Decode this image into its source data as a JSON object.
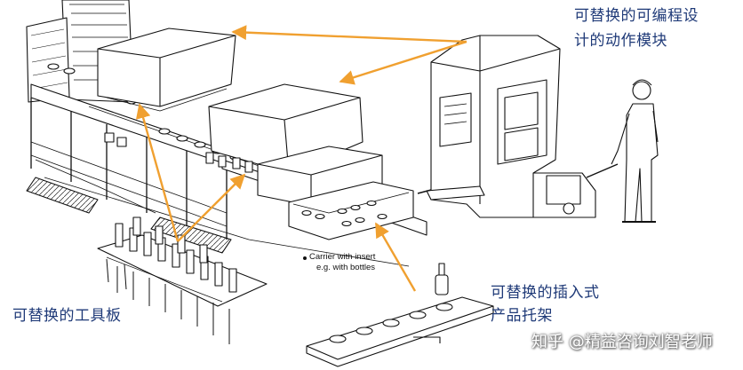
{
  "labels": {
    "module_line1": "可替换的可编程设",
    "module_line2": "计的动作模块",
    "tool_plate": "可替换的工具板",
    "carrier_line1": "可替换的插入式",
    "carrier_line2": "产品托架"
  },
  "carrier_note": {
    "line1": "Carrier with insert",
    "line2": "e.g. with bottles"
  },
  "watermark": "知乎 @精益咨询刘智老师",
  "colors": {
    "label_text": "#1f3a78",
    "arrow": "#f0a030",
    "drawing": "#111111"
  }
}
